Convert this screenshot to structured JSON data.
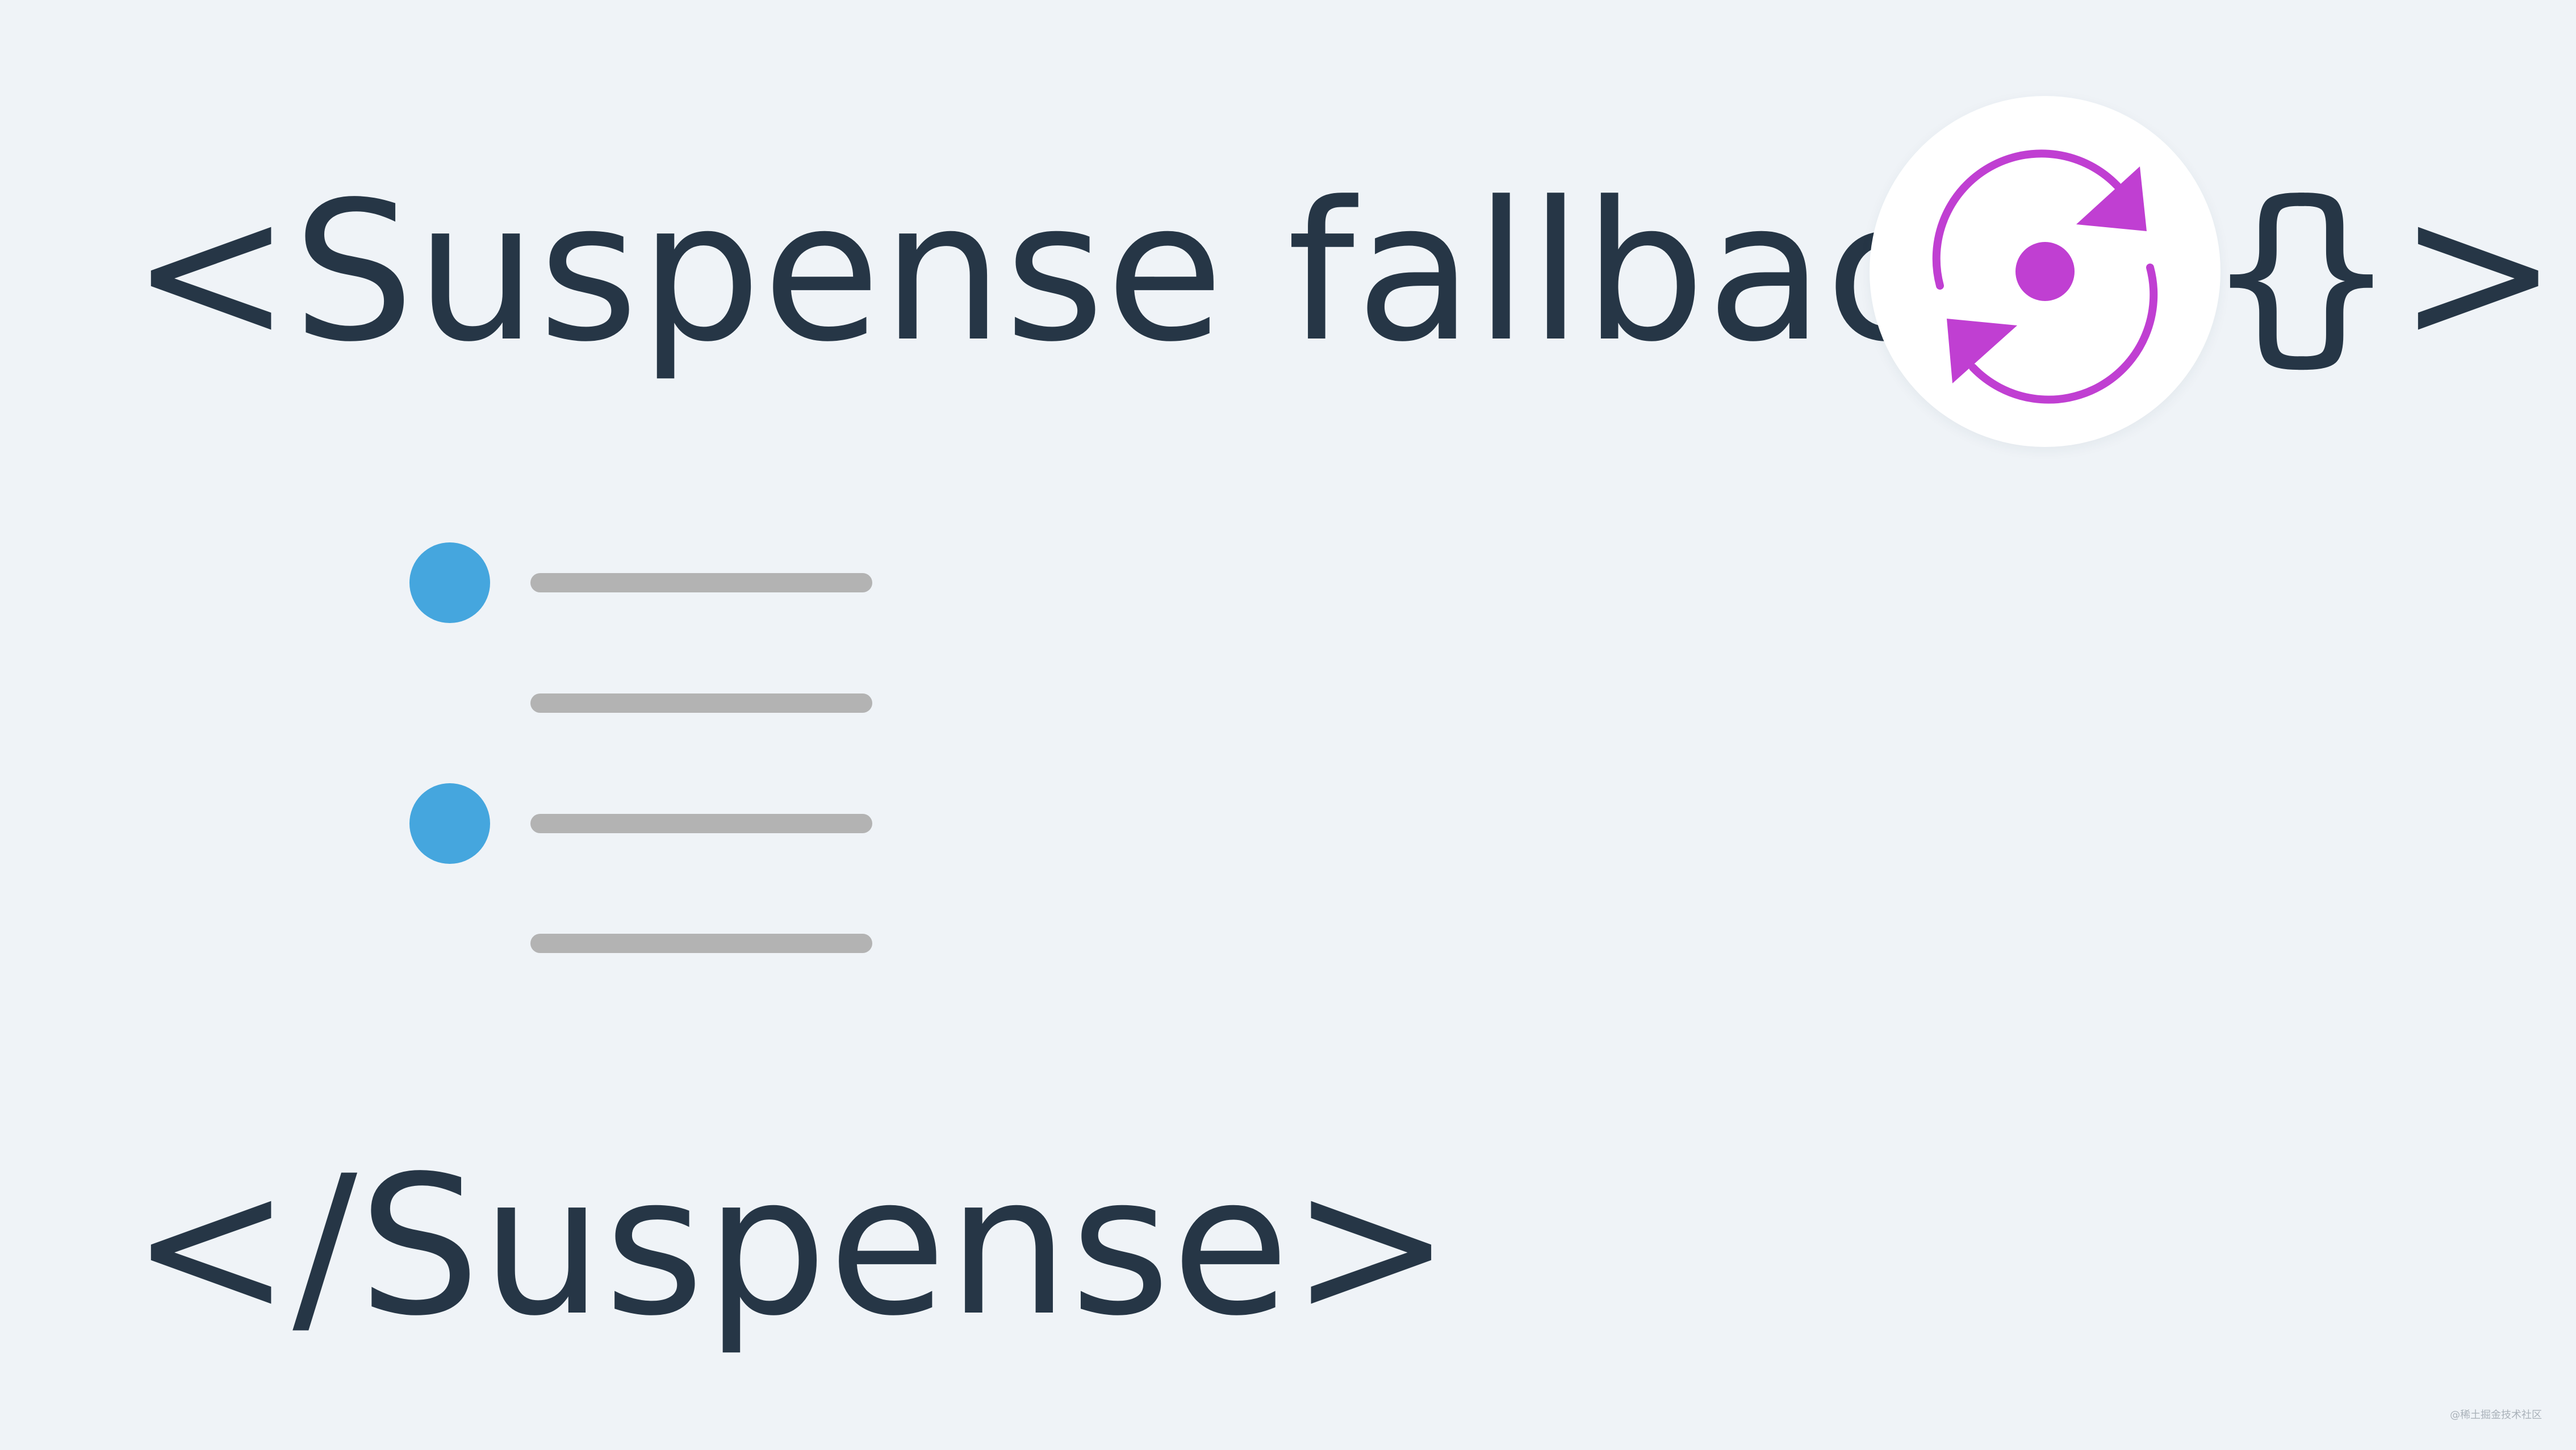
{
  "code": {
    "open_tag_start": "<Suspense fallback={",
    "open_tag_end": "}>",
    "close_tag": "</Suspense>"
  },
  "loader": {
    "icon": "sync-refresh-icon",
    "color": "#c03fd2"
  },
  "skeleton_list": {
    "dot_color": "#45a6de",
    "bar_color": "#b3b3b3",
    "items": [
      {
        "has_dot": true
      },
      {
        "has_dot": false
      },
      {
        "has_dot": true
      },
      {
        "has_dot": false
      }
    ]
  },
  "watermark": "@稀土掘金技术社区"
}
